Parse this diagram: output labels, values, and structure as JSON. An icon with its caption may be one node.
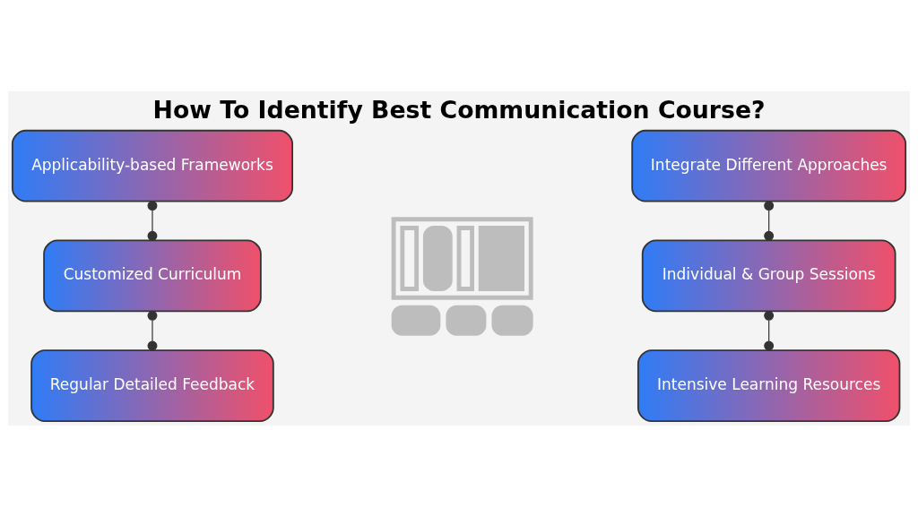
{
  "diagram": {
    "title": "How To Identify Best Communication Course?",
    "nodes": [
      {
        "text": [
          "Applicability-based Frameworks"
        ]
      },
      {
        "text": [
          "Customized Curriculum"
        ]
      },
      {
        "text": [
          "Regular Detailed Feedback"
        ]
      },
      {
        "text": [],
        "shape": "picture"
      },
      {
        "text": [
          "Integrate Different Approaches"
        ]
      },
      {
        "text": [
          "Individual & Group Sessions"
        ]
      },
      {
        "text": [
          "Intensive Learning Resources"
        ]
      }
    ],
    "edges": [
      {
        "from": 0,
        "to": 1,
        "arrow": "other"
      },
      {
        "from": 1,
        "to": 2,
        "arrow": "other"
      },
      {
        "from": 4,
        "to": 5,
        "arrow": "other"
      },
      {
        "from": 5,
        "to": 6,
        "arrow": "other"
      }
    ]
  }
}
